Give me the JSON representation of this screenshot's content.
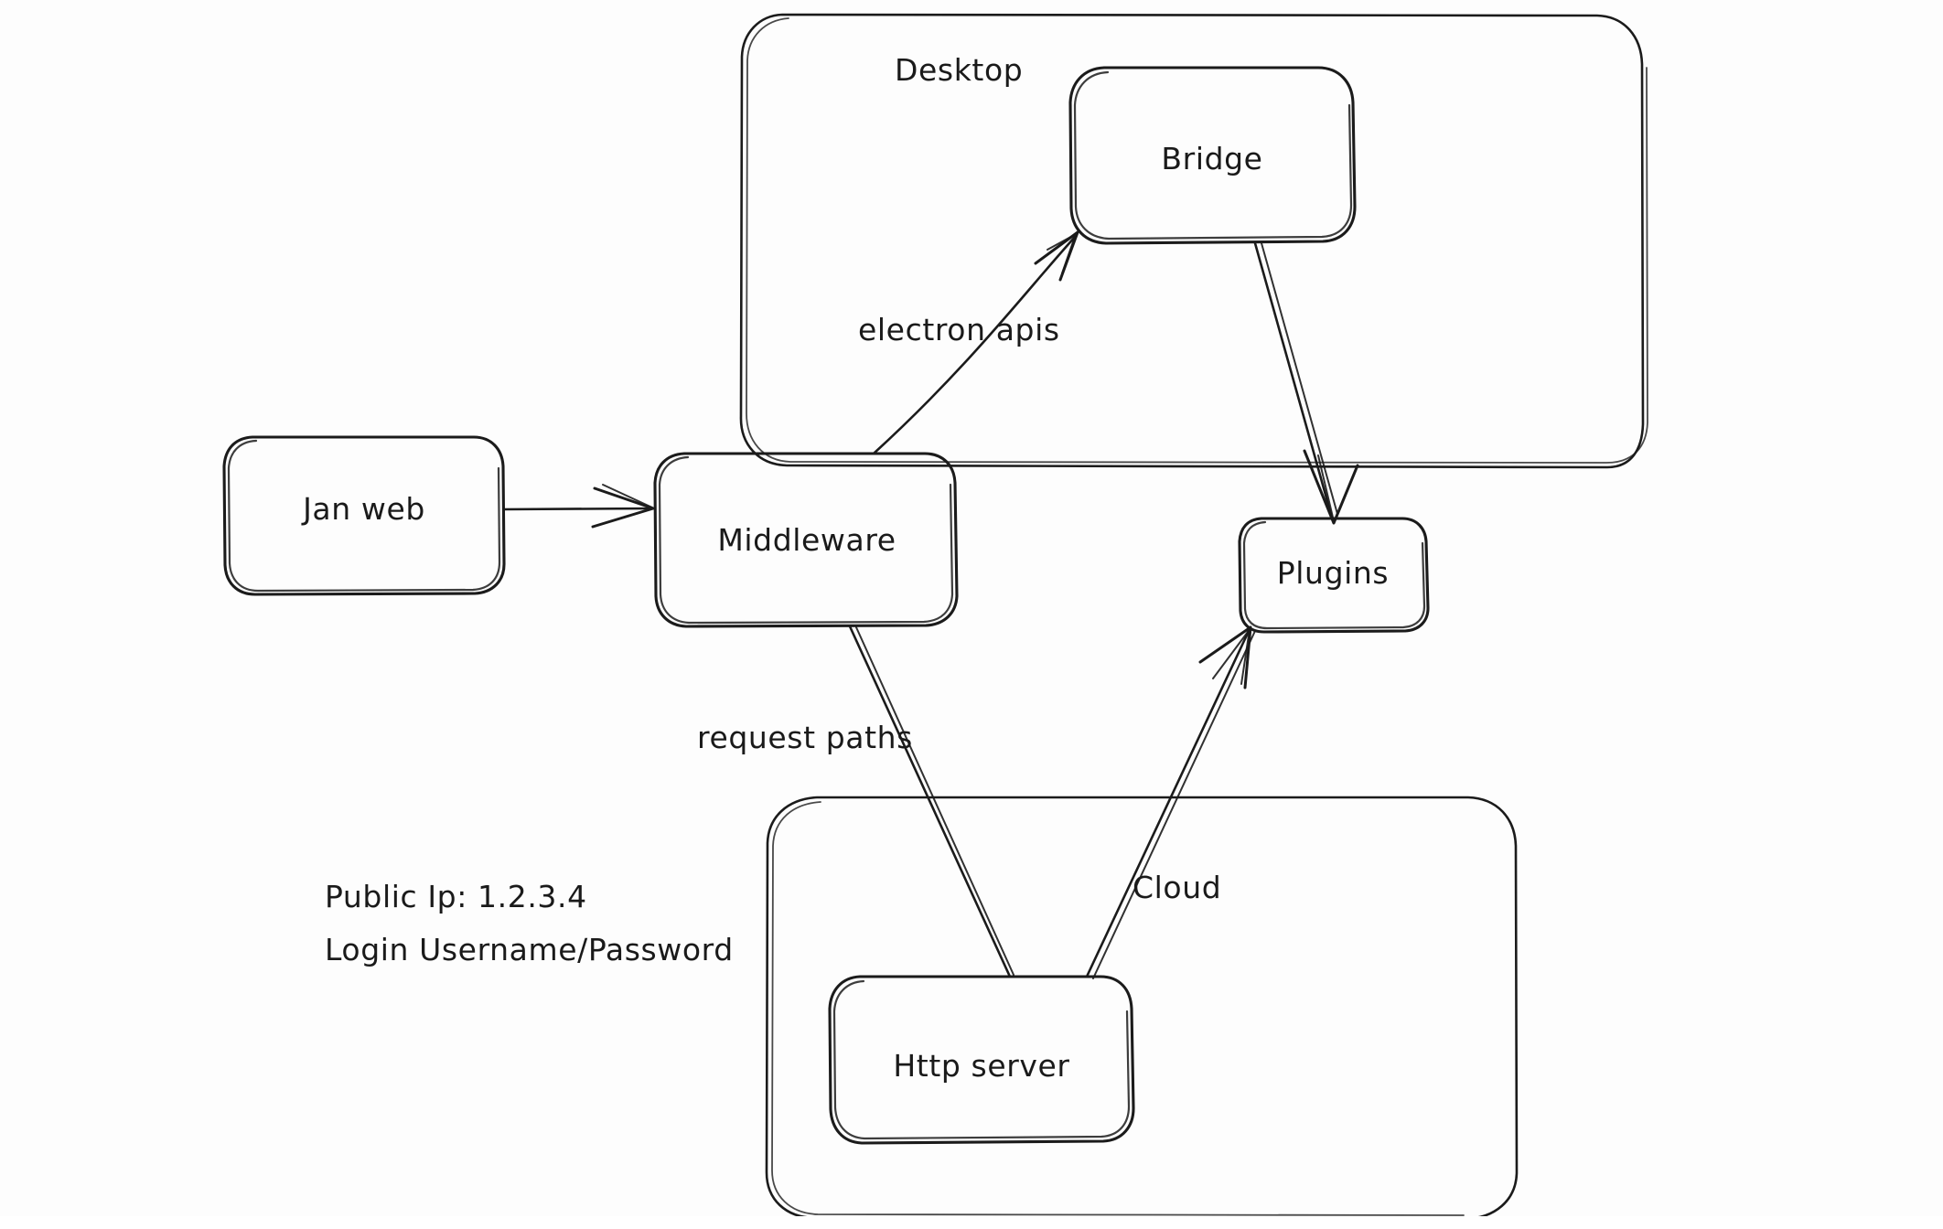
{
  "diagram": {
    "title": "Jan architecture hand-drawn diagram",
    "ink_color": "#1b1b1b",
    "background_color": "#fdfdfd",
    "groups": [
      {
        "id": "desktop",
        "label": "Desktop"
      },
      {
        "id": "cloud",
        "label": "Cloud"
      }
    ],
    "nodes": [
      {
        "id": "jan-web",
        "label": "Jan web"
      },
      {
        "id": "middleware",
        "label": "Middleware"
      },
      {
        "id": "bridge",
        "label": "Bridge"
      },
      {
        "id": "plugins",
        "label": "Plugins"
      },
      {
        "id": "http-server",
        "label": "Http server"
      }
    ],
    "edges": [
      {
        "id": "janweb-middleware",
        "from": "Jan web",
        "to": "Middleware",
        "label": ""
      },
      {
        "id": "middleware-bridge",
        "from": "Middleware",
        "to": "Bridge",
        "label": "electron apis"
      },
      {
        "id": "bridge-plugins",
        "from": "Bridge",
        "to": "Plugins",
        "label": ""
      },
      {
        "id": "middleware-httpserver",
        "from": "Middleware",
        "to": "Http server",
        "label": "request paths"
      },
      {
        "id": "httpserver-plugins",
        "from": "Http server",
        "to": "Plugins",
        "label": ""
      }
    ],
    "notes": {
      "line1": "Public Ip: 1.2.3.4",
      "line2": "Login Username/Password"
    }
  }
}
